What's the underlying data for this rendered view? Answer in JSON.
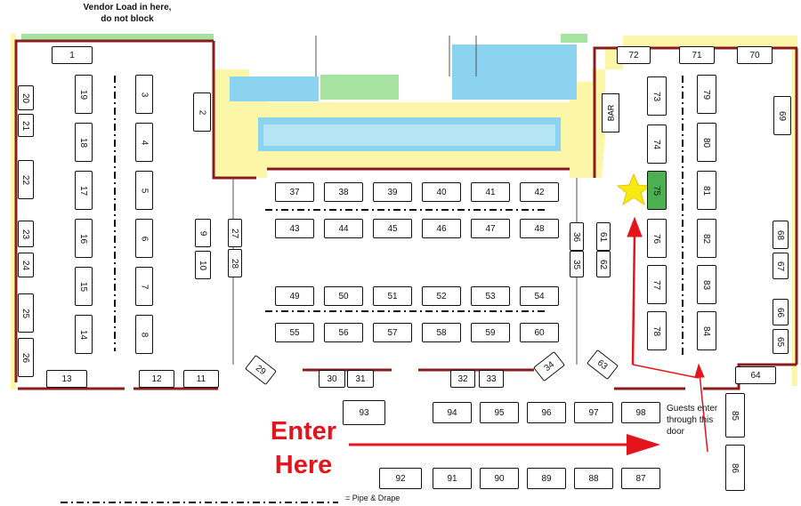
{
  "labels": {
    "vendor_load": "Vendor Load in here, do not block",
    "bar": "BAR",
    "enter_here": "Enter Here",
    "guests_enter": "Guests enter through this door",
    "legend": "= Pipe & Drape"
  },
  "colors": {
    "wall": "#8a1c1c",
    "hallway": "#fcf6a8",
    "pool": "#8cd3f0",
    "grass": "#a6e3a1",
    "highlight_booth": "#4caf50",
    "arrow": "#e3141b",
    "star": "#f7e914"
  },
  "highlighted_booth": "75",
  "booths": {
    "left_section": [
      "1",
      "2",
      "3",
      "4",
      "5",
      "6",
      "7",
      "8",
      "9",
      "10",
      "11",
      "12",
      "13",
      "14",
      "15",
      "16",
      "17",
      "18",
      "19",
      "20",
      "21",
      "22",
      "23",
      "24",
      "25",
      "26",
      "27",
      "28",
      "29"
    ],
    "center_hall": [
      "37",
      "38",
      "39",
      "40",
      "41",
      "42",
      "43",
      "44",
      "45",
      "46",
      "47",
      "48",
      "49",
      "50",
      "51",
      "52",
      "53",
      "54",
      "55",
      "56",
      "57",
      "58",
      "59",
      "60"
    ],
    "front_wall": [
      "30",
      "31",
      "32",
      "33",
      "34",
      "35",
      "36",
      "61",
      "62",
      "63"
    ],
    "right_section": [
      "64",
      "65",
      "66",
      "67",
      "68",
      "69",
      "70",
      "71",
      "72",
      "73",
      "74",
      "75",
      "76",
      "77",
      "78",
      "79",
      "80",
      "81",
      "82",
      "83",
      "84"
    ],
    "outside": [
      "85",
      "86",
      "87",
      "88",
      "89",
      "90",
      "91",
      "92",
      "93",
      "94",
      "95",
      "96",
      "97",
      "98"
    ]
  }
}
